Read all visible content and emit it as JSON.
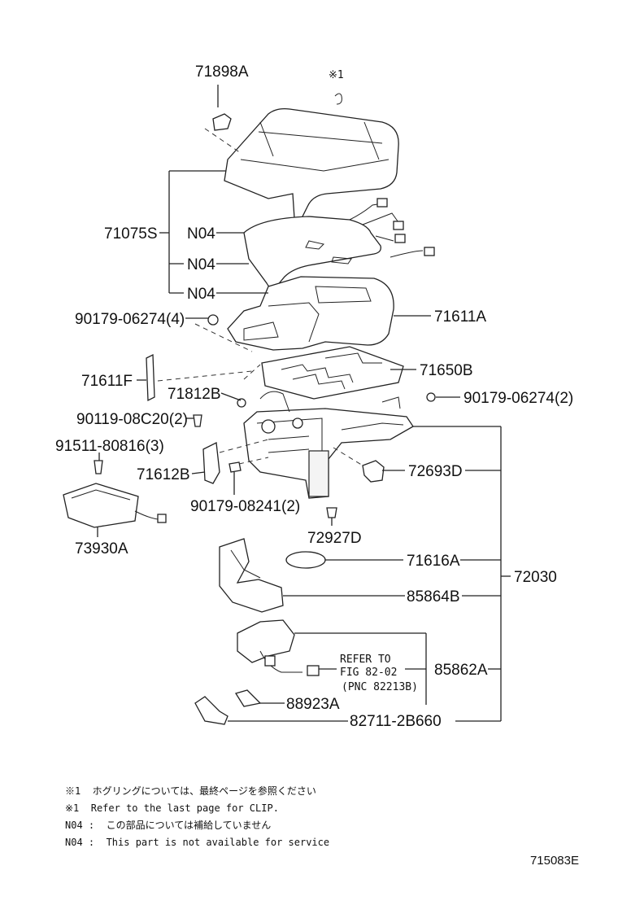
{
  "labels": {
    "p71898A": "71898A",
    "clip_mark": "※1",
    "p71075S": "71075S",
    "n04_a": "N04",
    "n04_b": "N04",
    "n04_c": "N04",
    "p90179_06274_4": "90179-06274(4)",
    "p71611A": "71611A",
    "p71611F": "71611F",
    "p71650B": "71650B",
    "p71812B": "71812B",
    "p90179_06274_2": "90179-06274(2)",
    "p90119_08C20_2": "90119-08C20(2)",
    "p91511_80816_3": "91511-80816(3)",
    "p71612B": "71612B",
    "p72693D": "72693D",
    "p90179_08241_2": "90179-08241(2)",
    "p72927D": "72927D",
    "p73930A": "73930A",
    "p71616A": "71616A",
    "p72030": "72030",
    "p85864B": "85864B",
    "refer_line1": "REFER TO",
    "refer_line2": "FIG  82-02",
    "refer_line3": "(PNC  82213B)",
    "p85862A": "85862A",
    "p88923A": "88923A",
    "p82711_2B660": "82711-2B660"
  },
  "notes": [
    "※1  ホグリングについては、最終ページを参照ください",
    "※1  Refer to the last page for CLIP.",
    "N04 :  この部品については補給していません",
    "N04 :  This part is not available for service"
  ],
  "catalog_code": "715083E"
}
